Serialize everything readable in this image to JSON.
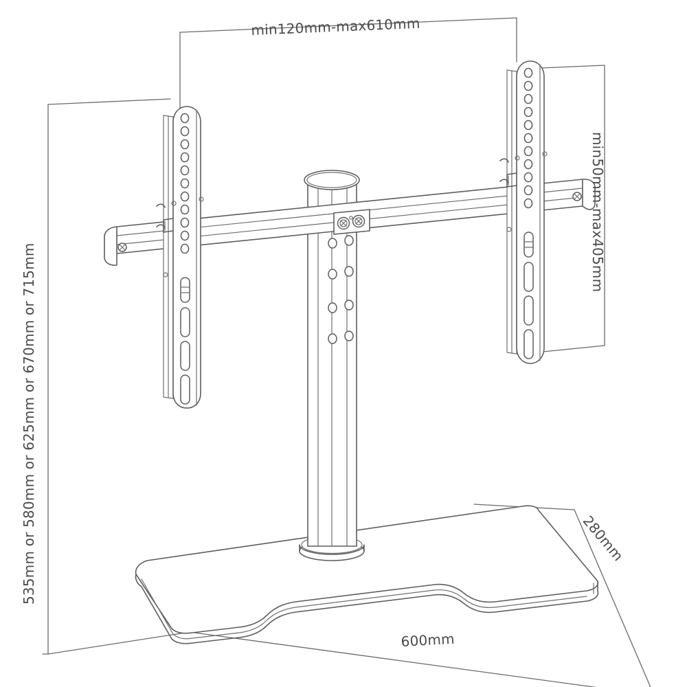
{
  "drawing": {
    "title": "TV Stand / Tabletop Mount Technical Drawing",
    "type": "line-drawing-dimensioned",
    "line_color": "#5a5a5a",
    "background_color": "#ffffff",
    "units": "mm"
  },
  "dimensions": {
    "bracket_spacing_width": "min120mm-max610mm",
    "bracket_height_range": "min50mm-max405mm",
    "total_height_options": "535mm or 580mm or 625mm or 670mm or 715mm",
    "base_width": "600mm",
    "base_depth": "280mm"
  },
  "parts": {
    "left_bracket": "vertical-mount-bracket-left",
    "right_bracket": "vertical-mount-bracket-right",
    "crossbar": "horizontal-cross-bar",
    "column": "center-support-column",
    "base_plate": "oval-base-plate",
    "screw_plate": "center-screw-plate"
  }
}
